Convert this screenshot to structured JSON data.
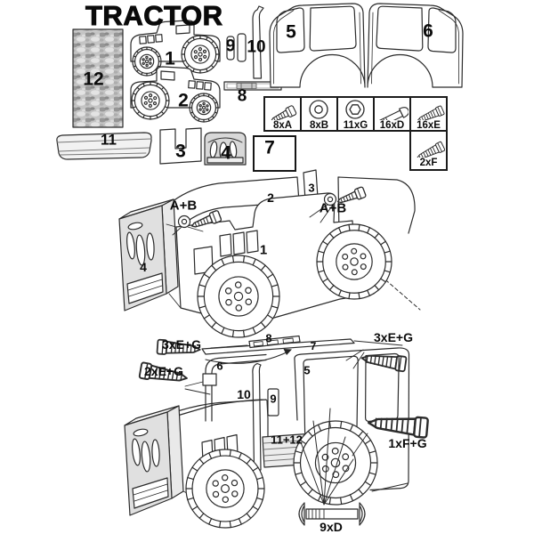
{
  "title": "TRACTOR",
  "parts_sheet": {
    "p1": "1",
    "p2": "2",
    "p3": "3",
    "p4": "4",
    "p5": "5",
    "p6": "6",
    "p7": "7",
    "p8": "8",
    "p9": "9",
    "p10": "10",
    "p11": "11",
    "p12": "12"
  },
  "hardware": {
    "a": {
      "qty": "8xA",
      "icon": "hex-bolt-icon"
    },
    "b": {
      "qty": "8xB",
      "icon": "washer-icon"
    },
    "g": {
      "qty": "11xG",
      "icon": "hex-cap-nut-icon"
    },
    "d": {
      "qty": "16xD",
      "icon": "carriage-bolt-icon"
    },
    "e": {
      "qty": "16xE",
      "icon": "wood-screw-icon"
    },
    "f": {
      "qty": "2xF",
      "icon": "wood-screw-icon"
    }
  },
  "step1": {
    "callout_left": "A+B",
    "callout_right": "A+B",
    "label_body_side": "1",
    "label_far_side": "2",
    "label_rear_bracket": "3",
    "label_front_grille": "4"
  },
  "step2": {
    "callout_roof_left": "3xE+G",
    "callout_roof_right": "3xE+G",
    "callout_front_posts": "2xE+G",
    "callout_rear": "1xF+G",
    "callout_axle": "9xD",
    "label_roof_bar": "8",
    "label_roof_panel": "7",
    "label_cab_front": "6",
    "label_cab_side": "5",
    "label_steering_column": "10",
    "label_side_panel": "9",
    "label_seat_slats": "11+12"
  }
}
